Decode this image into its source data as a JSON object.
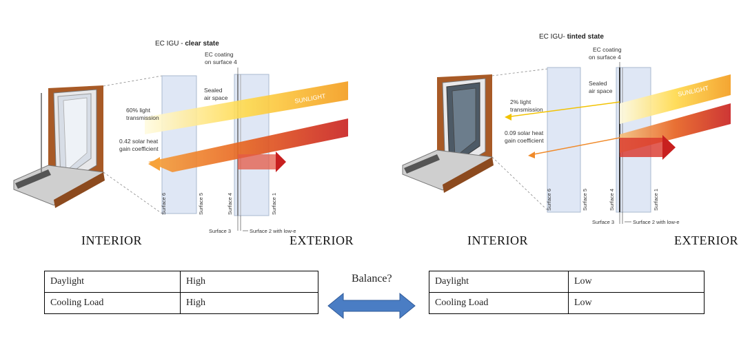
{
  "left": {
    "title_prefix": "EC IGU - ",
    "title_state": "clear state",
    "ec_coating": [
      "EC coating",
      "on surface 4"
    ],
    "sealed": [
      "Sealed",
      "air space"
    ],
    "sunlight": "SUNLIGHT",
    "light_transmission": [
      "60% light",
      "transmission"
    ],
    "solar_heat": [
      "0.42 solar heat",
      "gain coefficient"
    ],
    "surfaces": [
      "Surface 6",
      "Surface 5",
      "Surface 4",
      "Surface 1"
    ],
    "surface3": "Surface 3",
    "surface2": "Surface 2 with low-e",
    "interior": "INTERIOR",
    "exterior": "EXTERIOR"
  },
  "right": {
    "title_prefix": "EC IGU- ",
    "title_state": "tinted state",
    "ec_coating": [
      "EC coating",
      "on surface 4"
    ],
    "sealed": [
      "Sealed",
      "air space"
    ],
    "sunlight": "SUNLIGHT",
    "light_transmission": [
      "2% light",
      "transmission"
    ],
    "solar_heat": [
      "0.09 solar heat",
      "gain coefficient"
    ],
    "surfaces": [
      "Surface 6",
      "Surface 5",
      "Surface 4",
      "Surface 1"
    ],
    "surface3": "Surface 3",
    "surface2": "Surface 2 with low-e",
    "interior": "INTERIOR",
    "exterior": "EXTERIOR"
  },
  "balance": "Balance?",
  "left_table": [
    [
      "Daylight",
      "High"
    ],
    [
      "Cooling  Load",
      "High"
    ]
  ],
  "right_table": [
    [
      "Daylight",
      "Low"
    ],
    [
      "Cooling  Load",
      "Low"
    ]
  ],
  "colors": {
    "glass": "#dfe7f5",
    "sunlight_start": "#ffe98a",
    "sunlight_end": "#f39b1c",
    "heat_start": "#fbd9a0",
    "heat_end": "#c8201f",
    "arrow": "#4a7dc4",
    "frame_wood": "#8c4a1e"
  }
}
